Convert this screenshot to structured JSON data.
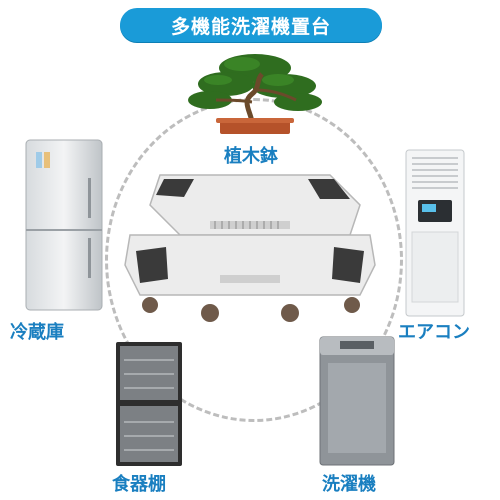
{
  "title": "多機能洗濯機置台",
  "labels": {
    "bonsai": "植木鉢",
    "fridge": "冷蔵庫",
    "air_conditioner": "エアコン",
    "dish_cabinet": "食器棚",
    "washer": "洗濯機"
  },
  "colors": {
    "accent": "#1a9bd8",
    "label_text": "#1a7fc0",
    "dashed_circle": "#bdbdbd"
  }
}
